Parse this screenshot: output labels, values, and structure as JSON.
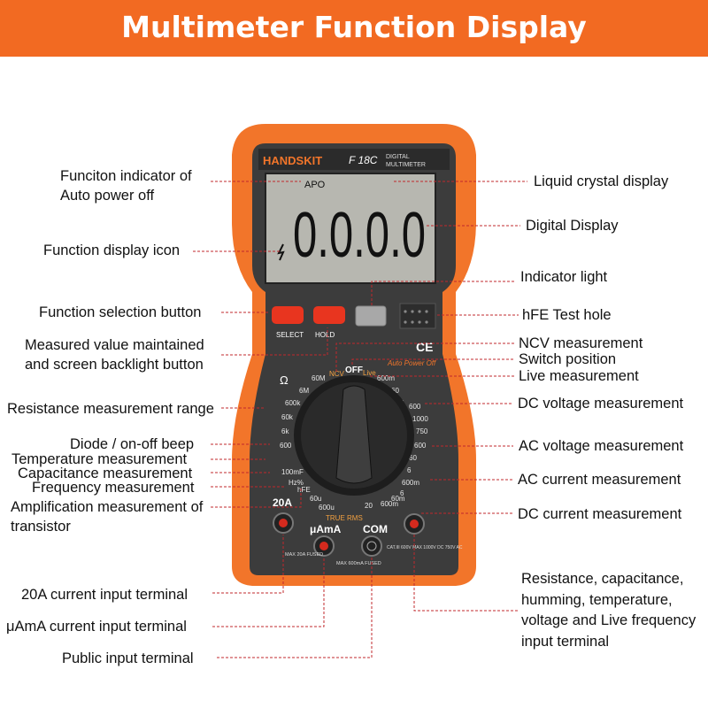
{
  "title": "Multimeter Function Display",
  "colors": {
    "banner": "#f26a22",
    "case": "#f2752a",
    "panel": "#3c3c3c",
    "lcd": "#b7b7b0",
    "button": "#e8351f",
    "leader": "#c0282d"
  },
  "device": {
    "brand": "HANDSKIT",
    "model": "F 18C",
    "subtitle1": "DIGITAL",
    "subtitle2": "MULTIMETER",
    "lcd_apo": "APO",
    "lcd_digits": "0.0.0.0",
    "select_label": "SELECT",
    "hold_label": "HOLD",
    "ncv": "NCV",
    "off": "OFF",
    "live": "Live",
    "auto_power_off": "Auto Power Off",
    "true_rms": "TRUE RMS",
    "dial_labels": [
      "60M",
      "6M",
      "600k",
      "60k",
      "6k",
      "600",
      "600m",
      "60",
      "6",
      "600",
      "1000",
      "750",
      "600",
      "60",
      "6",
      "600m",
      "6",
      "60m",
      "600m",
      "20",
      "60u",
      "600u",
      "hFE",
      "Hz%",
      "100mF"
    ],
    "terminals": [
      "20A",
      "μAmA",
      "COM"
    ],
    "term_labels": [
      "MAX 20A FUSED",
      "MAX 600mA FUSED",
      "CAT.III 600V MAX 1000V DC 750V AC"
    ]
  },
  "labels": [
    {
      "id": "auto-power-off-indicator",
      "text": "Funciton indicator of Auto power off"
    },
    {
      "id": "function-display-icon",
      "text": "Function display icon"
    },
    {
      "id": "function-selection-button",
      "text": "Function selection button"
    },
    {
      "id": "hold-backlight-button",
      "text": "Measured value maintained and screen backlight button"
    },
    {
      "id": "resistance-range",
      "text": "Resistance measurement range"
    },
    {
      "id": "diode-beep",
      "text": "Diode / on-off beep"
    },
    {
      "id": "temperature",
      "text": "Temperature measurement"
    },
    {
      "id": "capacitance",
      "text": "Capacitance measurement"
    },
    {
      "id": "frequency",
      "text": "Frequency measurement"
    },
    {
      "id": "amplification",
      "text": "Amplification measurement of transistor"
    },
    {
      "id": "20a-terminal",
      "text": "20A current input terminal"
    },
    {
      "id": "uama-terminal",
      "text": "μAmA current input terminal"
    },
    {
      "id": "public-terminal",
      "text": "Public input terminal"
    },
    {
      "id": "lcd",
      "text": "Liquid crystal display"
    },
    {
      "id": "digital-display",
      "text": "Digital Display"
    },
    {
      "id": "indicator-light",
      "text": "Indicator light"
    },
    {
      "id": "hfe-hole",
      "text": "hFE Test hole"
    },
    {
      "id": "ncv",
      "text": "NCV measurement"
    },
    {
      "id": "switch-position",
      "text": "Switch position"
    },
    {
      "id": "live",
      "text": "Live measurement"
    },
    {
      "id": "dc-voltage",
      "text": "DC voltage measurement"
    },
    {
      "id": "ac-voltage",
      "text": "AC voltage measurement"
    },
    {
      "id": "ac-current",
      "text": "AC current measurement"
    },
    {
      "id": "dc-current",
      "text": "DC current measurement"
    },
    {
      "id": "multi-terminal",
      "text": "Resistance, capacitance, humming, temperature, voltage and Live frequency input terminal"
    }
  ]
}
